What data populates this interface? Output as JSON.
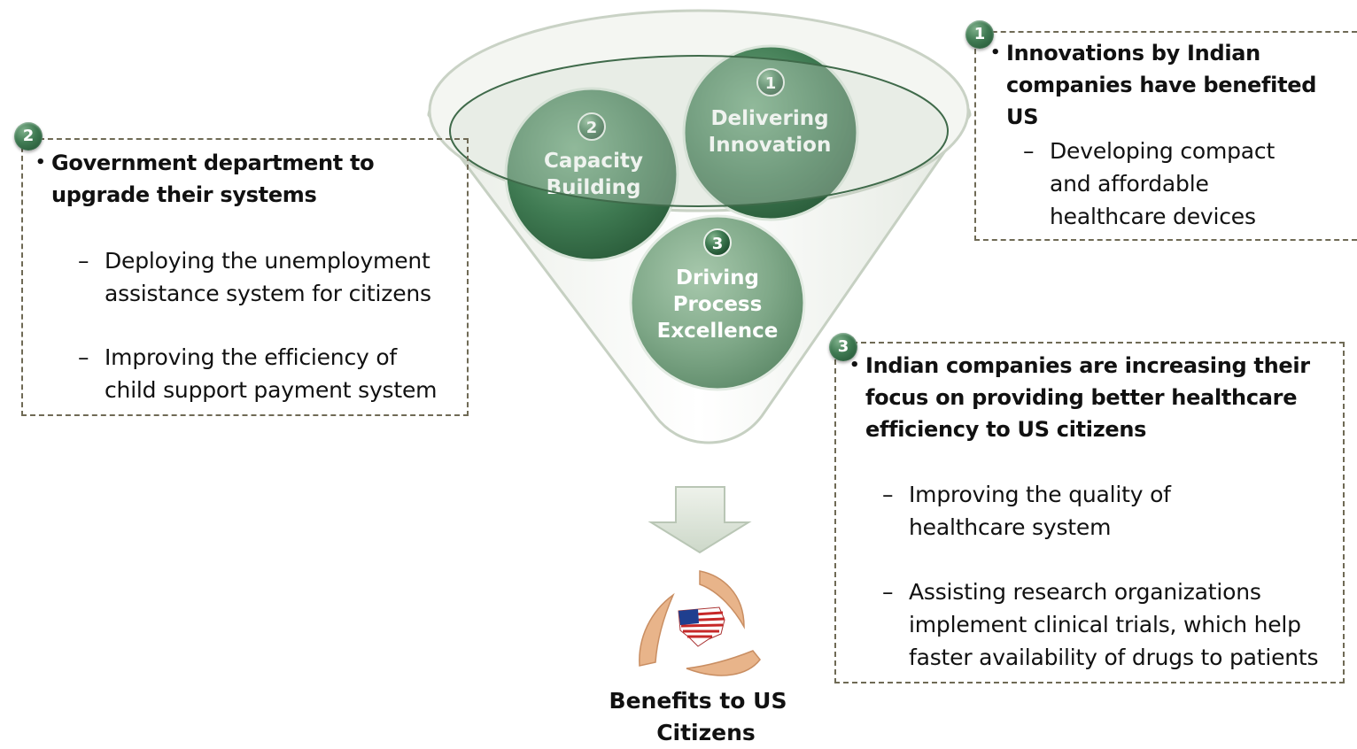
{
  "funnel": {
    "circles": [
      {
        "number": "1",
        "line1": "Delivering",
        "line2": "Innovation",
        "line3": ""
      },
      {
        "number": "2",
        "line1": "Capacity",
        "line2": "Building",
        "line3": ""
      },
      {
        "number": "3",
        "line1": "Driving",
        "line2": "Process",
        "line3": "Excellence"
      }
    ]
  },
  "boxes": {
    "box1": {
      "number": "1",
      "heading": [
        "Innovations by Indian",
        "companies have benefited US"
      ],
      "items": [
        [
          "Developing  compact",
          "and affordable",
          "healthcare devices"
        ]
      ]
    },
    "box2": {
      "number": "2",
      "heading": [
        "Government department to",
        "upgrade their systems"
      ],
      "items": [
        [
          "Deploying the unemployment",
          "assistance system for citizens"
        ],
        [
          "Improving the efficiency of",
          "child support payment system"
        ]
      ]
    },
    "box3": {
      "number": "3",
      "heading": [
        "Indian companies are increasing their",
        "focus on providing better healthcare",
        "efficiency to US citizens"
      ],
      "items": [
        [
          "Improving the quality of",
          "healthcare system"
        ],
        [
          "Assisting research organizations",
          "implement clinical trials, which help",
          "faster availability of drugs to patients"
        ]
      ]
    }
  },
  "bullet": "•",
  "dash": "–",
  "result": {
    "line1": "Benefits to US",
    "line2": "Citizens"
  },
  "colors": {
    "circle_green": "#3f7a52",
    "box_border": "#6f6a55",
    "arrow": "#dfe6dc"
  }
}
